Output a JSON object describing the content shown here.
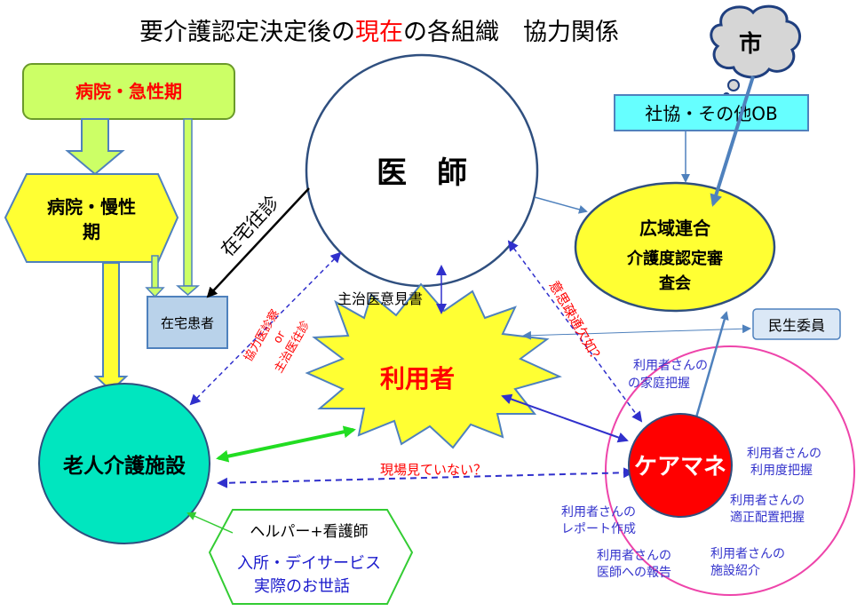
{
  "title_main": "要介護認定決定後の",
  "title_highlight": "現在",
  "title_rest": "の各組織　協力関係",
  "city": "市",
  "shakyo": "社協・その他OB",
  "hospital_acute": "病院・急性期",
  "hospital_chronic_line1": "病院・慢性",
  "hospital_chronic_line2": "期",
  "doctor": "医　師",
  "regional_line1": "広域連合",
  "regional_line2": "介護度認定審",
  "regional_line3": "査会",
  "home_visit": "在宅往診",
  "home_patient": "在宅患者",
  "cooperation_line1": "協力医診察",
  "cooperation_line2": "or",
  "cooperation_line3": "主治医往診",
  "opinion_doc": "主治医意見書",
  "user": "利用者",
  "volunteer": "民生委員",
  "communication_lack": "意思疎通欠如？",
  "family_grasp_line1": "利用者さんの",
  "family_grasp_line2": "の家庭把握",
  "nursing_home": "老人介護施設",
  "not_seeing": "現場見ていない？",
  "care_manager": "ケアマネ",
  "usage_grasp_line1": "利用者さんの",
  "usage_grasp_line2": "利用度把握",
  "placement_line1": "利用者さんの",
  "placement_line2": "適正配置把握",
  "report_line1": "利用者さんの",
  "report_line2": "レポート作成",
  "doctor_report_line1": "利用者さんの",
  "doctor_report_line2": "医師への報告",
  "facility_intro_line1": "利用者さんの",
  "facility_intro_line2": "施設紹介",
  "helper_line1": "ヘルパー+看護師",
  "helper_line2": "入所・デイサービス",
  "helper_line3": "実際のお世話",
  "colors": {
    "acute_fill": "#ccff66",
    "chronic_fill": "#ffff33",
    "doctor_stroke": "#2f4f7f",
    "regional_fill": "#ffff33",
    "shakyo_fill": "#66ffff",
    "home_patient_fill": "#b9d2ea",
    "user_fill": "#ffff33",
    "nursing_fill": "#00e6bf",
    "care_fill": "#ff0000",
    "care_circle": "#ee44aa",
    "helper_stroke": "#33cc33",
    "red_text": "#ff0000",
    "blue_text": "#3333cc",
    "cloud_fill": "#d6d6d6"
  }
}
